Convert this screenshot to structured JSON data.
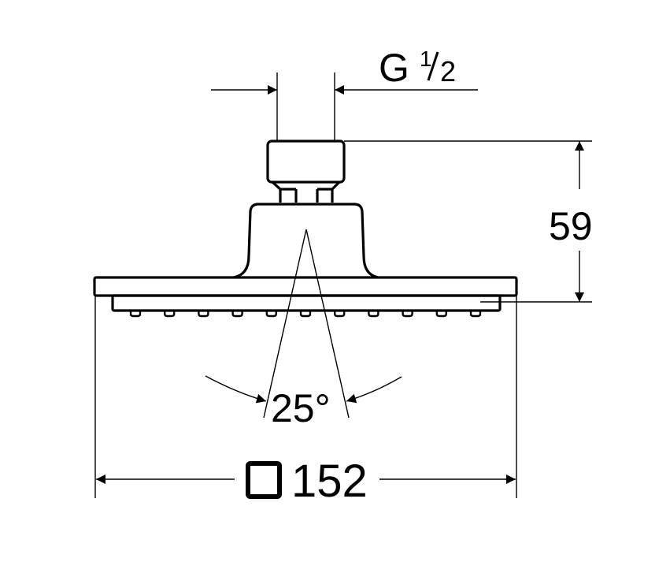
{
  "title": "Shower head dimension drawing",
  "dimensions": {
    "thread_prefix": "G",
    "thread_numerator": "1",
    "thread_denominator": "2",
    "height": "59",
    "angle": "25°",
    "width": "152"
  },
  "colors": {
    "line": "#000000",
    "background": "#ffffff"
  }
}
